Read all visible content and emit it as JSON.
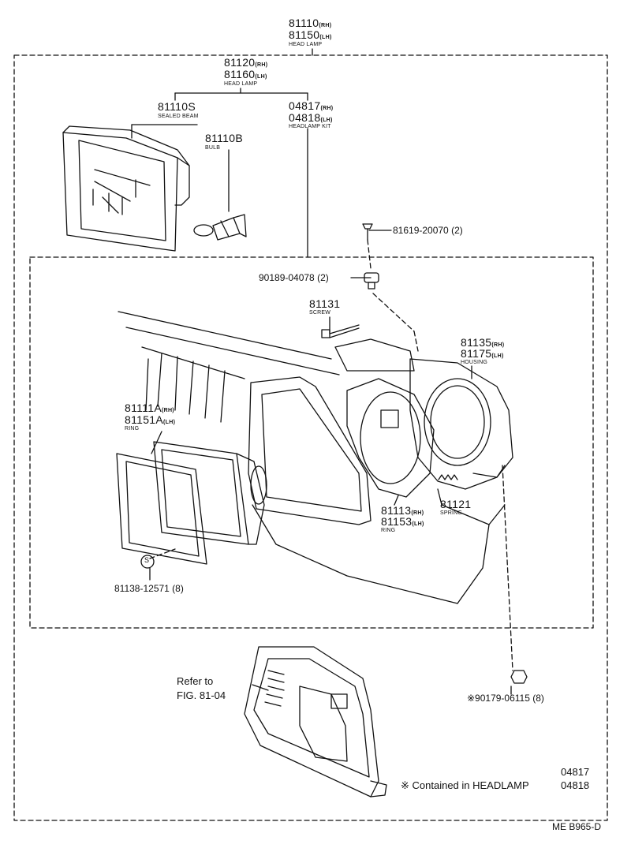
{
  "top_assembly": {
    "rh": "81110",
    "lh": "81150",
    "rh_tag": "(RH)",
    "lh_tag": "(LH)",
    "name": "HEAD LAMP"
  },
  "sub_assembly": {
    "rh": "81120",
    "lh": "81160",
    "rh_tag": "(RH)",
    "lh_tag": "(LH)",
    "name": "HEAD LAMP"
  },
  "sealed_beam": {
    "part": "81110S",
    "name": "SEALED BEAM"
  },
  "bulb": {
    "part": "81110B",
    "name": "BULB"
  },
  "headlamp_kit": {
    "rh": "04817",
    "lh": "04818",
    "rh_tag": "(RH)",
    "lh_tag": "(LH)",
    "name": "HEADLAMP KIT"
  },
  "screw_81619": {
    "part": "81619-20070 (2)"
  },
  "clip_90189": {
    "part": "90189-04078 (2)"
  },
  "screw_81131": {
    "part": "81131",
    "name": "SCREW"
  },
  "housing": {
    "rh": "81135",
    "lh": "81175",
    "rh_tag": "(RH)",
    "lh_tag": "(LH)",
    "name": "HOUSING"
  },
  "ring_front": {
    "rh": "81111A",
    "lh": "81151A",
    "rh_tag": "(RH)",
    "lh_tag": "(LH)",
    "name": "RING"
  },
  "ring_rear": {
    "rh": "81113",
    "lh": "81153",
    "rh_tag": "(RH)",
    "lh_tag": "(LH)",
    "name": "RING"
  },
  "spring": {
    "part": "81121",
    "name": "SPRING"
  },
  "screw_81138": {
    "part": "81138-12571 (8)",
    "symbol": "S"
  },
  "reference": {
    "line1": "Refer to",
    "line2": "FIG. 81-04"
  },
  "nut_90179": {
    "part": "※90179-06115 (8)"
  },
  "contained_note": {
    "kit_rh": "04817",
    "kit_lh": "04818",
    "text": "※ Contained in HEADLAMP"
  },
  "figure_code": "ME B965-D"
}
